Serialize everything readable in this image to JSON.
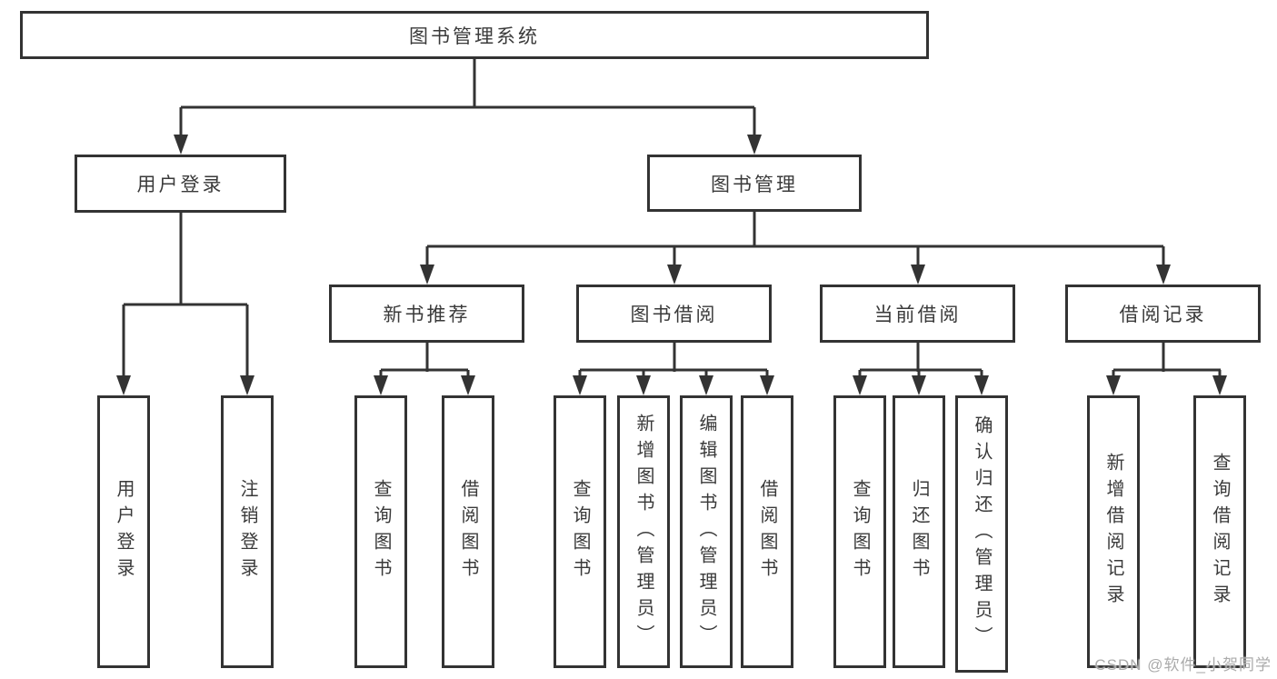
{
  "nodes": {
    "root": "图书管理系统",
    "level1": [
      "用户登录",
      "图书管理"
    ],
    "level2": [
      "新书推荐",
      "图书借阅",
      "当前借阅",
      "借阅记录"
    ],
    "leaves_user_login": [
      "用户登录",
      "注销登录"
    ],
    "leaves_new_book": [
      "查询图书",
      "借阅图书"
    ],
    "leaves_book_borrow": [
      "查询图书",
      "新增图书（管理员）",
      "编辑图书（管理员）",
      "借阅图书"
    ],
    "leaves_current_borrow": [
      "查询图书",
      "归还图书",
      "确认归还（管理员）"
    ],
    "leaves_borrow_record": [
      "新增借阅记录",
      "查询借阅记录"
    ]
  },
  "watermark": "CSDN @软件_小贺同学",
  "colors": {
    "line": "#333333",
    "text": "#3a3a3a",
    "background": "#ffffff",
    "watermark": "#ababab"
  }
}
